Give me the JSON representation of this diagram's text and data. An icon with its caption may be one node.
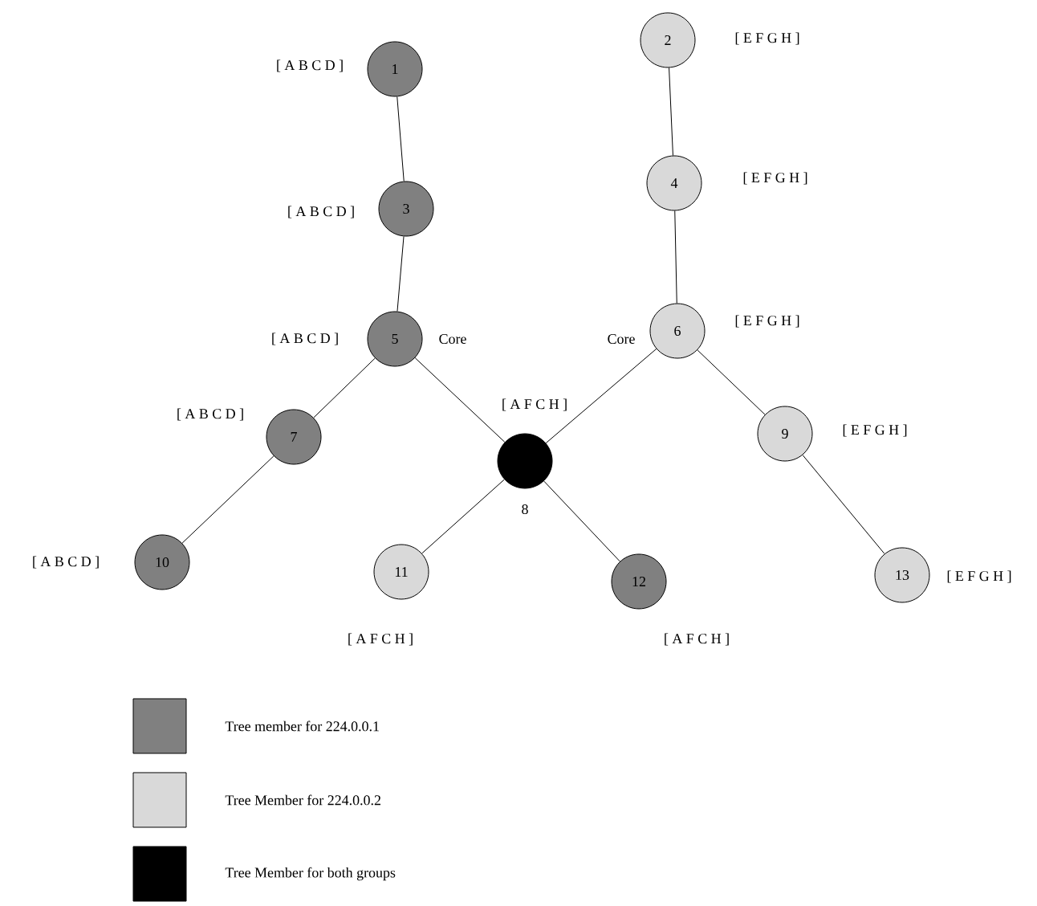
{
  "diagram": {
    "nodes": [
      {
        "text": [
          "1"
        ],
        "beside": [
          "[ A B C D ]"
        ]
      },
      {
        "text": [
          "2"
        ],
        "beside": [
          "[ E F G H ]"
        ]
      },
      {
        "text": [
          "3"
        ],
        "beside": [
          "[ A B C D ]"
        ]
      },
      {
        "text": [
          "4"
        ],
        "beside": [
          "[ E F G H ]"
        ]
      },
      {
        "text": [
          "5"
        ],
        "beside": [
          "[ A B C D ]",
          "Core"
        ]
      },
      {
        "text": [
          "6"
        ],
        "beside": [
          "Core",
          "[ E F G H ]"
        ]
      },
      {
        "text": [
          "7"
        ],
        "beside": [
          "[ A B C D ]"
        ]
      },
      {
        "text": [
          "8"
        ],
        "beside": [
          "[ A F C H ]"
        ]
      },
      {
        "text": [
          "9"
        ],
        "beside": [
          "[ E F G H ]"
        ]
      },
      {
        "text": [
          "10"
        ],
        "beside": [
          "[ A B C D ]"
        ]
      },
      {
        "text": [
          "11"
        ],
        "beside": [
          "[ A F C H ]"
        ]
      },
      {
        "text": [
          "12"
        ],
        "beside": [
          "[ A F C H ]"
        ]
      },
      {
        "text": [
          "13"
        ],
        "beside": [
          "[ E F G H ]"
        ]
      }
    ],
    "edges": [
      {
        "from": 0,
        "to": 2,
        "arrow": "none"
      },
      {
        "from": 1,
        "to": 3,
        "arrow": "none"
      },
      {
        "from": 2,
        "to": 4,
        "arrow": "none"
      },
      {
        "from": 3,
        "to": 5,
        "arrow": "none"
      },
      {
        "from": 4,
        "to": 6,
        "arrow": "none"
      },
      {
        "from": 4,
        "to": 7,
        "arrow": "none"
      },
      {
        "from": 5,
        "to": 7,
        "arrow": "none"
      },
      {
        "from": 5,
        "to": 8,
        "arrow": "none"
      },
      {
        "from": 6,
        "to": 9,
        "arrow": "none"
      },
      {
        "from": 7,
        "to": 10,
        "arrow": "none"
      },
      {
        "from": 7,
        "to": 11,
        "arrow": "none"
      },
      {
        "from": 8,
        "to": 12,
        "arrow": "none"
      }
    ],
    "legend": [
      {
        "text": "Tree member for 224.0.0.1",
        "color": "#808080"
      },
      {
        "text": "Tree Member for 224.0.0.2",
        "color": "#d9d9d9"
      },
      {
        "text": "Tree Member for both groups",
        "color": "#000000"
      }
    ]
  }
}
